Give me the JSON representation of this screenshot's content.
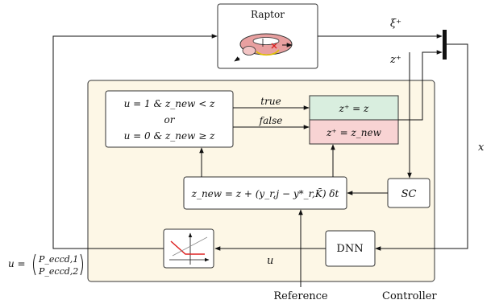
{
  "raptor": {
    "label": "Raptor"
  },
  "signals": {
    "xi_plus": "ξ⁺",
    "z_plus": "z⁺",
    "x": "x",
    "u": "u"
  },
  "condition": {
    "line1": "u = 1 & z_new < z",
    "or": "or",
    "line2": "u = 0 & z_new ≥ z"
  },
  "branches": {
    "true": "true",
    "false": "false"
  },
  "updates": {
    "keep": "z⁺ = z",
    "replace": "z⁺ = z_new"
  },
  "formula": "z_new = z + (y_r,j − y*_r,K̄) δt",
  "blocks": {
    "sc": "SC",
    "dnn": "DNN"
  },
  "control_vector": {
    "lhs": "u =",
    "p1": "P_eccd,1",
    "p2": "P_eccd,2"
  },
  "labels": {
    "reference": "Reference",
    "controller": "Controller"
  },
  "colors": {
    "controller_fill": "#fdf7e6",
    "true_fill": "#d9eedf",
    "false_fill": "#f8d3d3",
    "torus_fill": "#e8a0a0"
  }
}
